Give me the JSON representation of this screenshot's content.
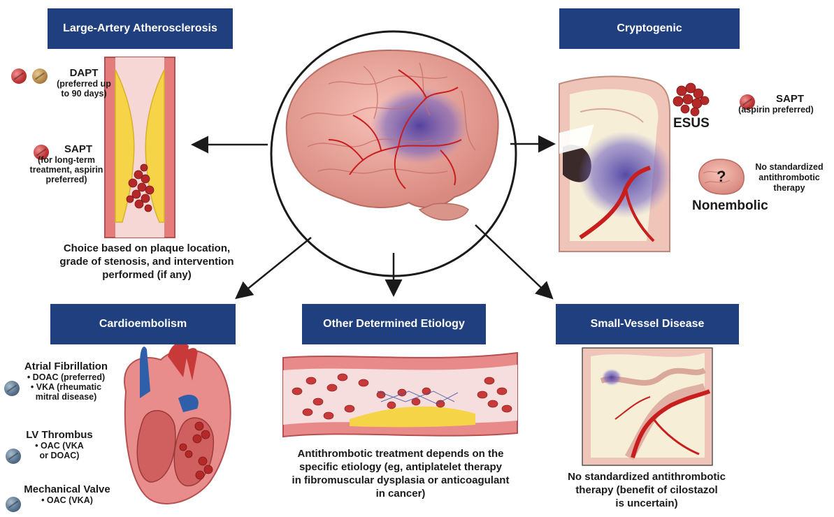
{
  "colors": {
    "header_bg": "#1f3f7f",
    "header_text": "#ffffff",
    "vessel": "#e07a7a",
    "plaque": "#f5d547",
    "clot": "#b42828",
    "ischemia": "#5a4bb0",
    "pill_red": "#c23838",
    "pill_blue": "#5a7590"
  },
  "headers": {
    "large_artery": "Large-Artery Atherosclerosis",
    "cryptogenic": "Cryptogenic",
    "cardioembolism": "Cardioembolism",
    "other": "Other Determined Etiology",
    "small_vessel": "Small-Vessel Disease"
  },
  "large_artery": {
    "dapt_title": "DAPT",
    "dapt_sub_1": "(preferred up",
    "dapt_sub_2": "to 90 days)",
    "sapt_title": "SAPT",
    "sapt_sub_1": "(for long-term",
    "sapt_sub_2": "treatment, aspirin",
    "sapt_sub_3": "preferred)",
    "note_1": "Choice based on plaque location,",
    "note_2": "grade of stenosis, and intervention",
    "note_3": "performed (if any)"
  },
  "cryptogenic": {
    "esus": "ESUS",
    "sapt_title": "SAPT",
    "sapt_sub": "(aspirin preferred)",
    "nonembolic": "Nonembolic",
    "question": "?",
    "no_std_1": "No standardized",
    "no_std_2": "antithrombotic",
    "no_std_3": "therapy"
  },
  "cardioembolism": {
    "afib_title": "Atrial Fibrillation",
    "afib_1": "• DOAC (preferred)",
    "afib_2a": "• VKA (rheumatic",
    "afib_2b": "mitral disease)",
    "lv_title": "LV Thrombus",
    "lv_1a": "• OAC (VKA",
    "lv_1b": "or DOAC)",
    "mv_title": "Mechanical Valve",
    "mv_1": "• OAC (VKA)"
  },
  "other": {
    "note_1": "Antithrombotic treatment depends on the",
    "note_2": "specific etiology (eg, antiplatelet therapy",
    "note_3": "in fibromuscular dysplasia or anticoagulant",
    "note_4": "in cancer)"
  },
  "small_vessel": {
    "note_1": "No standardized antithrombotic",
    "note_2": "therapy (benefit of cilostazol",
    "note_3": "is uncertain)"
  }
}
